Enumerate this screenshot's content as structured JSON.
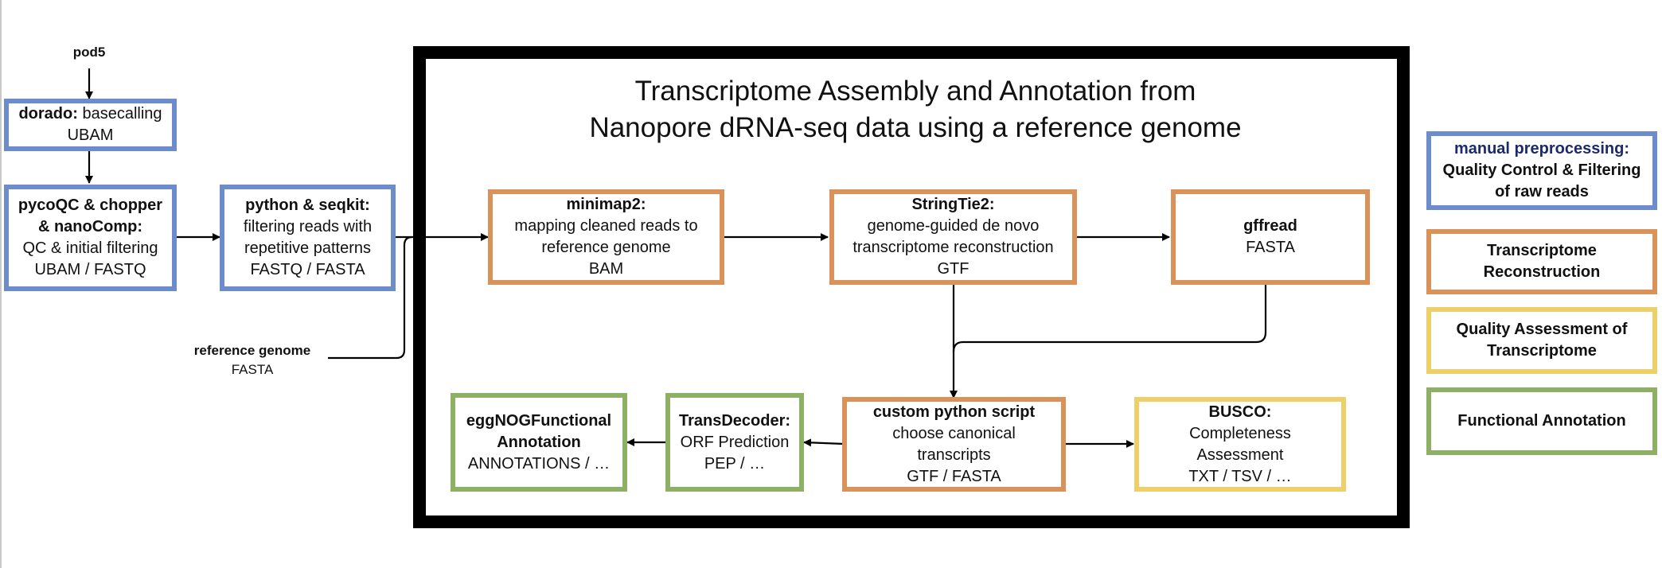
{
  "title": {
    "line1": "Transcriptome Assembly and Annotation from",
    "line2": "Nanopore dRNA-seq data using a reference genome"
  },
  "inputs": {
    "pod5": "pod5",
    "reference": {
      "name": "reference genome",
      "format": "FASTA"
    }
  },
  "steps": {
    "dorado": {
      "tool": "dorado:",
      "desc": " basecalling",
      "output": "UBAM"
    },
    "pycoqc": {
      "tool_line1": "pycoQC & chopper",
      "tool_line2": "& nanoComp:",
      "desc": "QC & initial filtering",
      "output": "UBAM / FASTQ"
    },
    "python_seqkit": {
      "tool": "python & seqkit:",
      "desc_line1": "filtering reads with",
      "desc_line2": "repetitive patterns",
      "output": "FASTQ / FASTA"
    },
    "minimap2": {
      "tool": "minimap2:",
      "desc_line1": "mapping cleaned reads to",
      "desc_line2": "reference genome",
      "output": "BAM"
    },
    "stringtie2": {
      "tool": "StringTie2:",
      "desc_line1": "genome-guided de novo",
      "desc_line2": "transcriptome reconstruction",
      "output": "GTF"
    },
    "gffread": {
      "tool": "gffread",
      "output": "FASTA"
    },
    "custom_python": {
      "tool": "custom python script",
      "desc_line1": "choose canonical",
      "desc_line2": "transcripts",
      "output": "GTF / FASTA"
    },
    "busco": {
      "tool": "BUSCO:",
      "desc_line1": "Completeness",
      "desc_line2": "Assessment",
      "output": "TXT / TSV / …"
    },
    "transdecoder": {
      "tool": "TransDecoder:",
      "desc": "ORF Prediction",
      "output": "PEP / …"
    },
    "eggnog": {
      "tool_line1": "eggNOGFunctional",
      "tool_line2": "Annotation",
      "output": "ANNOTATIONS / …"
    }
  },
  "legend": {
    "manual": {
      "line1": "manual preprocessing:",
      "line2": "Quality Control & Filtering",
      "line3": "of raw reads",
      "color": "#6d8ccc"
    },
    "reconstruction": {
      "line1": "Transcriptome",
      "line2": "Reconstruction",
      "color": "#d9935a"
    },
    "quality": {
      "line1": "Quality Assessment of",
      "line2": "Transcriptome",
      "color": "#eed06a"
    },
    "functional": {
      "line1": "Functional Annotation",
      "color": "#8db065"
    }
  }
}
